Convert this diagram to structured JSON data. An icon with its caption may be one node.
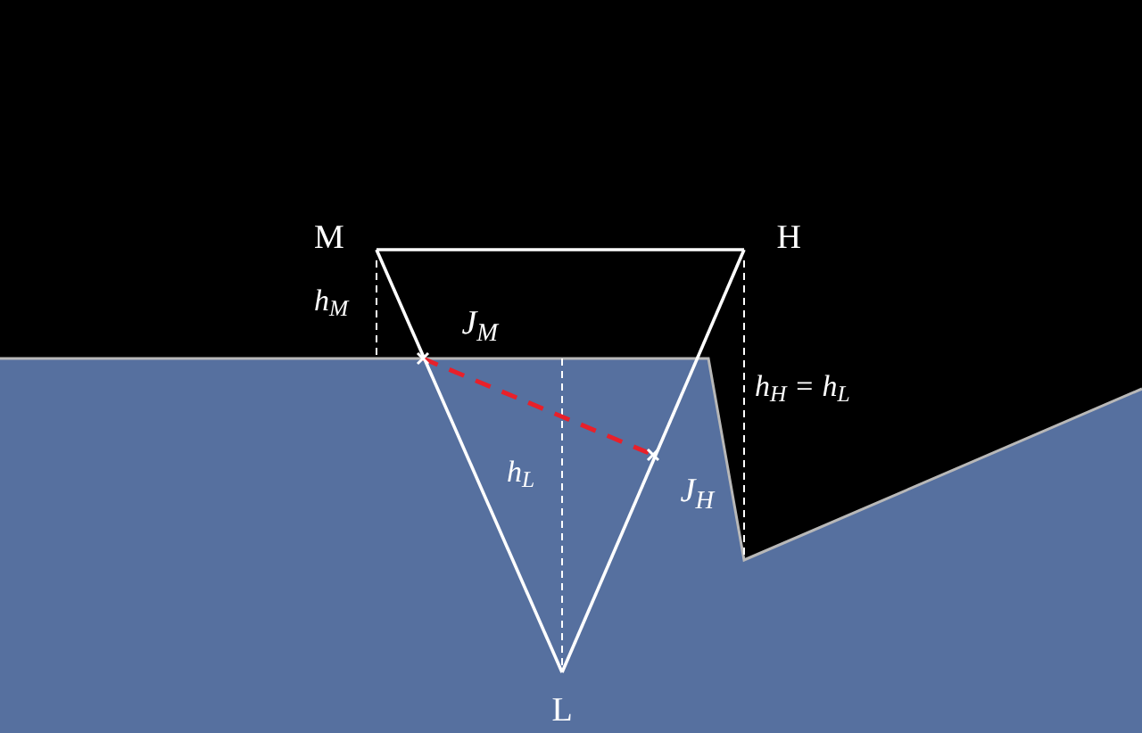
{
  "diagram": {
    "nodes": [
      {
        "text": [
          "M"
        ]
      },
      {
        "text": [
          "H"
        ]
      },
      {
        "text": [
          "L"
        ]
      },
      {
        "text": [
          "J$_{M}$"
        ]
      },
      {
        "text": [
          "J$_{H}$"
        ]
      }
    ],
    "edges": [
      {
        "from": 0,
        "to": 1,
        "arrow": "none"
      },
      {
        "from": 0,
        "to": 2,
        "arrow": "none"
      },
      {
        "from": 1,
        "to": 2,
        "arrow": "none"
      },
      {
        "from": 3,
        "to": 4,
        "arrow": "none",
        "style": "dashed",
        "color": "#e8202a"
      }
    ],
    "labels": [
      "h$_{M}$",
      "h$_{H}$ = h$_{L}$",
      "h$_{L}$"
    ]
  }
}
